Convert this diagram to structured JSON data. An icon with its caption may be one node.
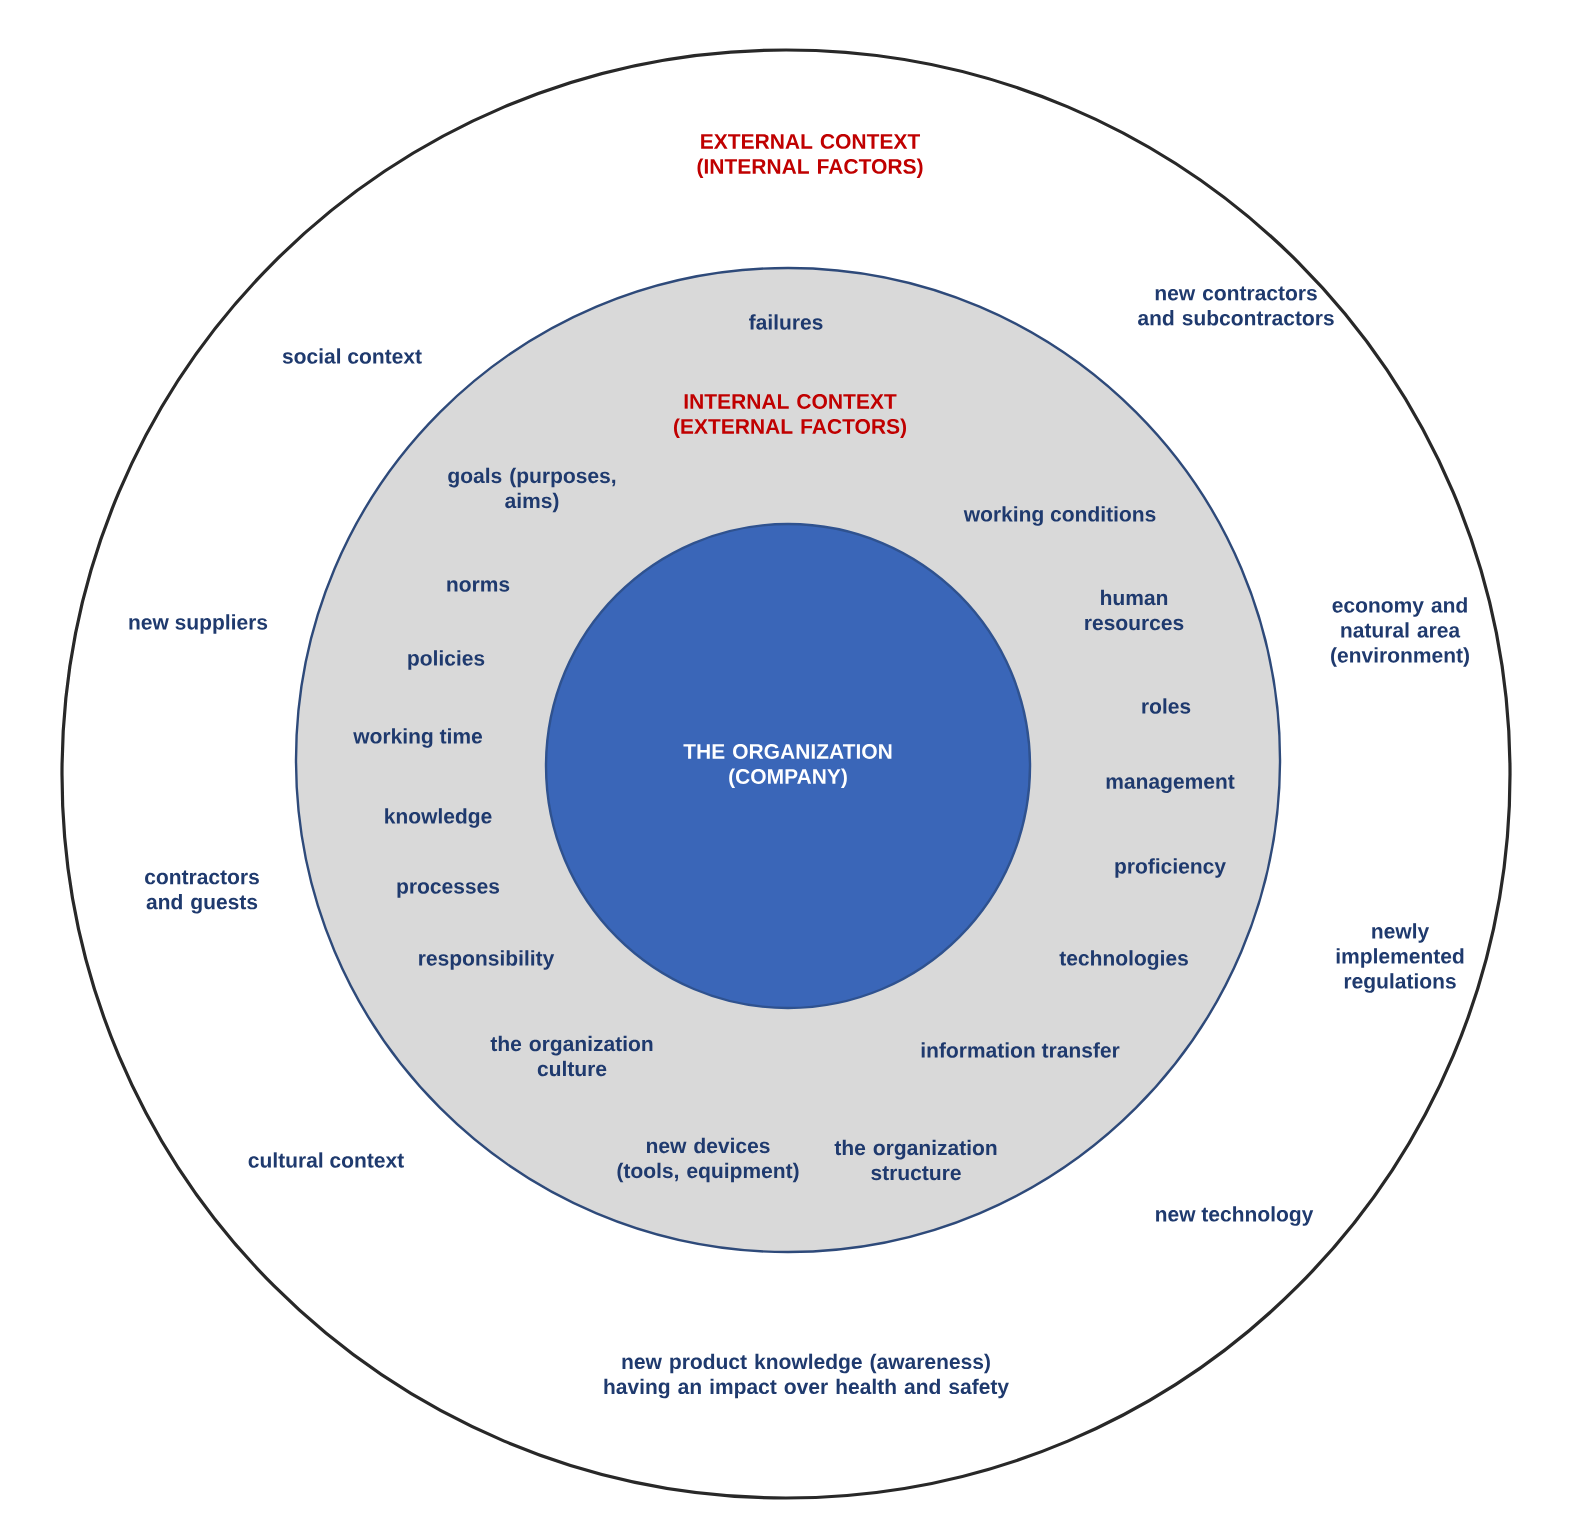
{
  "diagram": {
    "nodes": [
      {
        "text": [
          "EXTERNAL CONTEXT (INTERNAL FACTORS)",
          "social context",
          "new contractors and subcontractors",
          "new suppliers",
          "economy and natural area (environment)",
          "contractors and guests",
          "newly implemented regulations",
          "cultural context",
          "new technology",
          "new product knowledge (awareness) having an impact over health and safety"
        ]
      },
      {
        "text": [
          "failures",
          "INTERNAL CONTEXT (EXTERNAL FACTORS)",
          "goals (purposes, aims)",
          "working conditions",
          "norms",
          "human resources",
          "policies",
          "roles",
          "working time",
          "management",
          "knowledge",
          "proficiency",
          "processes",
          "responsibility",
          "technologies",
          "the organization culture",
          "information transfer",
          "new devices (tools, equipment)",
          "the organization structure"
        ],
        "in": 0
      },
      {
        "text": [
          "THE ORGANIZATION (COMPANY)"
        ],
        "in": 1
      }
    ]
  }
}
